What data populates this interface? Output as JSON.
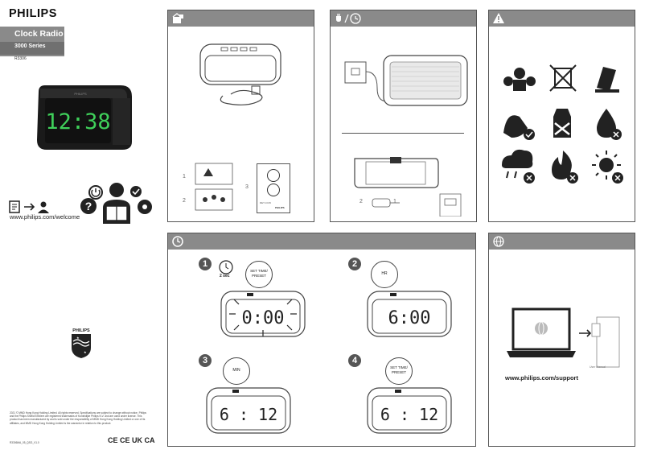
{
  "brand": {
    "logo": "PHILIPS",
    "product": "Clock Radio",
    "series": "3000 Series",
    "model": "R3306"
  },
  "clock_display": "12:38",
  "welcome_url": "www.philips.com/welcome",
  "panels": {
    "box": {
      "icon": "box-contents-icon",
      "steps": [
        "1",
        "2",
        "3"
      ],
      "card_brand": "PHILIPS",
      "card_text": "RET-CCW"
    },
    "power": {
      "icon": "plug-clock-icon",
      "steps": [
        "2",
        "1"
      ]
    },
    "warning": {
      "icon": "warning-icon"
    },
    "setup": {
      "icon": "clock-icon",
      "steps": [
        {
          "n": "1",
          "callout": "SET TIME/\nPRESET",
          "timer": "2 sec",
          "display": "0:00"
        },
        {
          "n": "2",
          "callout": "HR",
          "display": "6:00"
        },
        {
          "n": "3",
          "callout": "MIN",
          "display": "6 : 12"
        },
        {
          "n": "4",
          "callout": "SET TIME/\nPRESET",
          "display": "6 : 12"
        }
      ]
    },
    "support": {
      "icon": "globe-icon",
      "url": "www.philips.com/support",
      "doc_label": "User Manual"
    }
  },
  "footer": {
    "copyright": "2021 © MMD Hong Kong Holding Limited. All rights reserved. Specifications are subject to change without notice. Philips and the Philips Shield Emblem are registered trademarks of Koninklijke Philips N.V. and are used under license. This product has been manufactured by and is sold under the responsibility of MMD Hong Kong Holding Limited or one of its affiliates, and MMD Hong Kong Holding Limited is the warrantor in relation to this product.",
    "code": "R3306MA_05_QSG_V1.0",
    "marks": "CE CE UK CA"
  },
  "colors": {
    "header": "#8a8a8a",
    "digits": "#3fcf5a",
    "clock_body": "#1e1e1e"
  }
}
